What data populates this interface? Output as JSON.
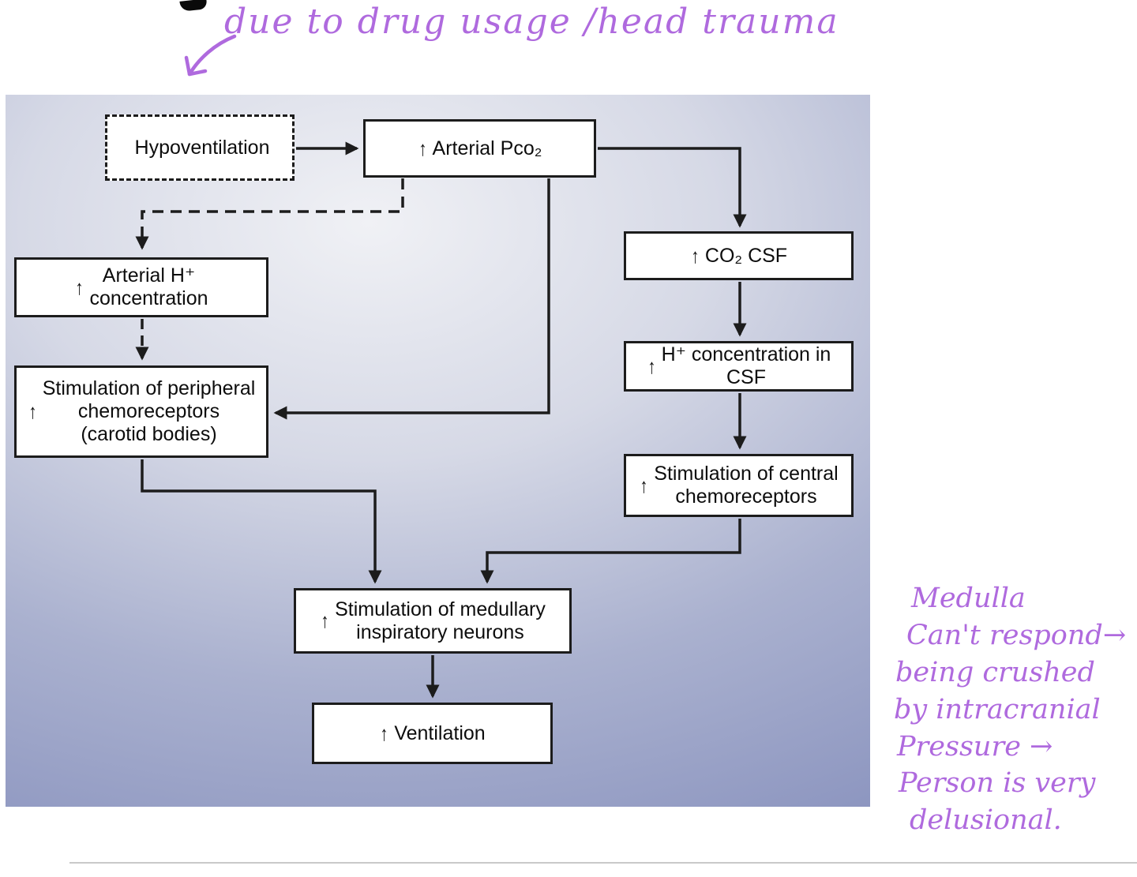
{
  "page": {
    "background": "#ffffff"
  },
  "annotations": {
    "ink_color": "#af6ade",
    "top_note": "due to drug usage /head trauma",
    "side_note_lines": [
      "Medulla",
      "Can't respond→",
      "being crushed",
      "by intracranial",
      "Pressure →",
      "Person is very",
      "delusional."
    ]
  },
  "diagram": {
    "boxes": [
      {
        "id": "hypoventilation",
        "arrow": "",
        "text": "Hypoventilation",
        "border": "dashed"
      },
      {
        "id": "arterial-pco2",
        "arrow": "↑",
        "text": "Arterial Pco₂",
        "border": "solid"
      },
      {
        "id": "co2-csf",
        "arrow": "↑",
        "text": "CO₂ CSF",
        "border": "solid"
      },
      {
        "id": "arterial-h-concentration",
        "arrow": "↑",
        "text": "Arterial H⁺\nconcentration",
        "border": "solid"
      },
      {
        "id": "h-concentration-in-csf",
        "arrow": "↑",
        "text": "H⁺ concentration in\nCSF",
        "border": "solid"
      },
      {
        "id": "peripheral-chemoreceptors",
        "arrow": "↑",
        "text": "Stimulation of peripheral\nchemoreceptors\n(carotid bodies)",
        "border": "solid"
      },
      {
        "id": "central-chemoreceptors",
        "arrow": "↑",
        "text": "Stimulation of central\nchemoreceptors",
        "border": "solid"
      },
      {
        "id": "medullary-inspiratory-neurons",
        "arrow": "↑",
        "text": "Stimulation of medullary\ninspiratory neurons",
        "border": "solid"
      },
      {
        "id": "ventilation",
        "arrow": "↑",
        "text": "Ventilation",
        "border": "solid"
      }
    ],
    "edges": [
      {
        "from": "hypoventilation",
        "to": "arterial-pco2",
        "style": "solid"
      },
      {
        "from": "arterial-pco2",
        "to": "arterial-h-concentration",
        "style": "dashed"
      },
      {
        "from": "arterial-pco2",
        "to": "co2-csf",
        "style": "solid"
      },
      {
        "from": "arterial-pco2",
        "to": "peripheral-chemoreceptors",
        "style": "solid"
      },
      {
        "from": "arterial-h-concentration",
        "to": "peripheral-chemoreceptors",
        "style": "dashed"
      },
      {
        "from": "co2-csf",
        "to": "h-concentration-in-csf",
        "style": "solid"
      },
      {
        "from": "h-concentration-in-csf",
        "to": "central-chemoreceptors",
        "style": "solid"
      },
      {
        "from": "peripheral-chemoreceptors",
        "to": "medullary-inspiratory-neurons",
        "style": "solid"
      },
      {
        "from": "central-chemoreceptors",
        "to": "medullary-inspiratory-neurons",
        "style": "solid"
      },
      {
        "from": "medullary-inspiratory-neurons",
        "to": "ventilation",
        "style": "solid"
      }
    ]
  }
}
